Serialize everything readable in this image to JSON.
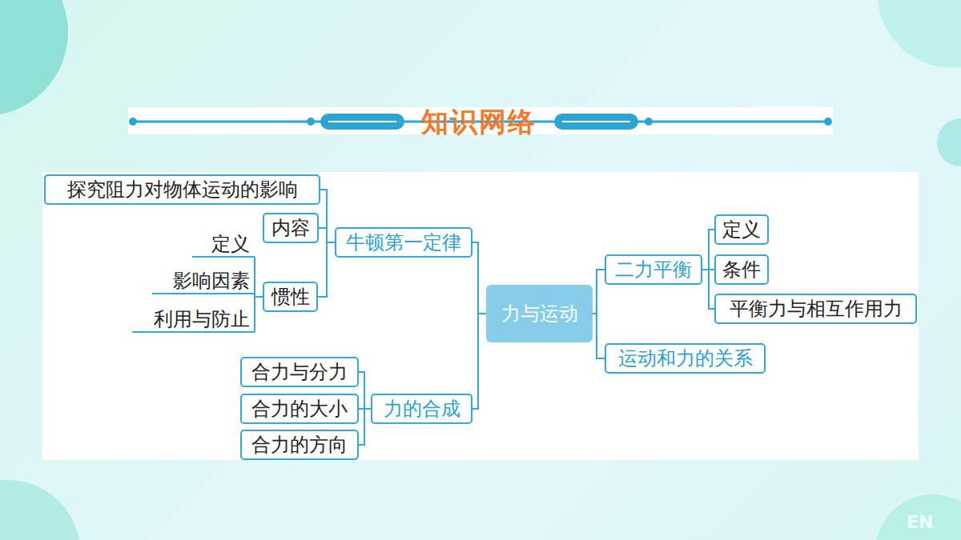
{
  "diagram": {
    "title": "知识网络",
    "nodes": [
      {
        "text": [
          "力与运动"
        ]
      },
      {
        "text": [
          "牛顿第一定律"
        ]
      },
      {
        "text": [
          "探究阻力对物体运动的影响"
        ]
      },
      {
        "text": [
          "内容"
        ]
      },
      {
        "text": [
          "惯性"
        ]
      },
      {
        "text": [
          "定义"
        ]
      },
      {
        "text": [
          "影响因素"
        ]
      },
      {
        "text": [
          "利用与防止"
        ]
      },
      {
        "text": [
          "力的合成"
        ]
      },
      {
        "text": [
          "合力与分力"
        ]
      },
      {
        "text": [
          "合力的大小"
        ]
      },
      {
        "text": [
          "合力的方向"
        ]
      },
      {
        "text": [
          "二力平衡"
        ]
      },
      {
        "text": [
          "定义"
        ]
      },
      {
        "text": [
          "条件"
        ]
      },
      {
        "text": [
          "平衡力与相互作用力"
        ]
      },
      {
        "text": [
          "运动和力的关系"
        ]
      }
    ],
    "edges": [
      {
        "from": 0,
        "to": 1,
        "arrow": "none"
      },
      {
        "from": 0,
        "to": 8,
        "arrow": "none"
      },
      {
        "from": 0,
        "to": 12,
        "arrow": "none"
      },
      {
        "from": 0,
        "to": 16,
        "arrow": "none"
      },
      {
        "from": 1,
        "to": 2,
        "arrow": "none"
      },
      {
        "from": 1,
        "to": 3,
        "arrow": "none"
      },
      {
        "from": 1,
        "to": 4,
        "arrow": "none"
      },
      {
        "from": 4,
        "to": 5,
        "arrow": "none"
      },
      {
        "from": 4,
        "to": 6,
        "arrow": "none"
      },
      {
        "from": 4,
        "to": 7,
        "arrow": "none"
      },
      {
        "from": 8,
        "to": 9,
        "arrow": "none"
      },
      {
        "from": 8,
        "to": 10,
        "arrow": "none"
      },
      {
        "from": 8,
        "to": 11,
        "arrow": "none"
      },
      {
        "from": 12,
        "to": 13,
        "arrow": "none"
      },
      {
        "from": 12,
        "to": 14,
        "arrow": "none"
      },
      {
        "from": 12,
        "to": 15,
        "arrow": "none"
      }
    ],
    "labels": [
      "EN"
    ]
  }
}
